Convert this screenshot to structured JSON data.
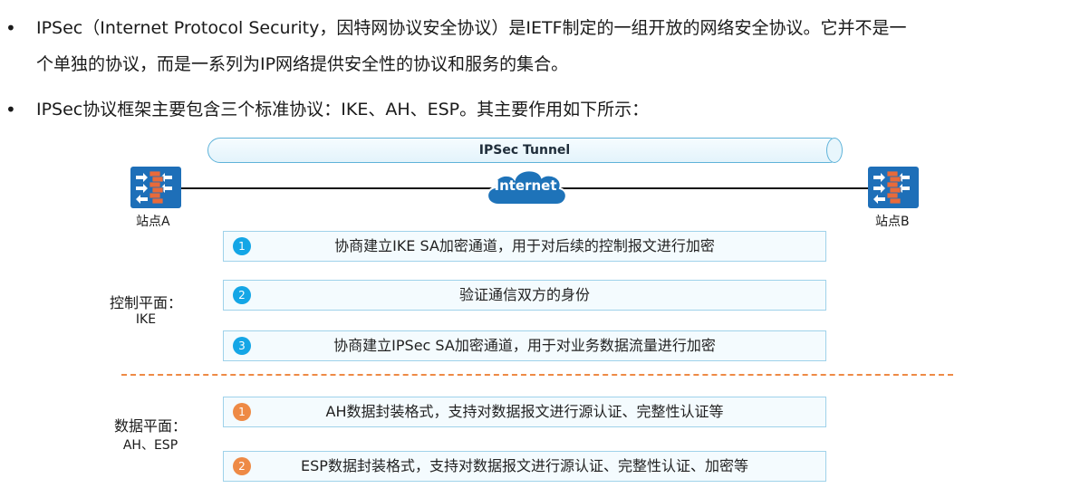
{
  "bullets": [
    {
      "line1": "IPSec（Internet Protocol Security，因特网协议安全协议）是IETF制定的一组开放的网络安全协议。它并不是一",
      "line2": "个单独的协议，而是一系列为IP网络提供安全性的协议和服务的集合。"
    },
    {
      "line1": "IPSec协议框架主要包含三个标准协议：IKE、AH、ESP。其主要作用如下所示："
    }
  ],
  "diagram": {
    "tunnel_label": "IPSec Tunnel",
    "internet_label": "Internet",
    "site_a": "站点A",
    "site_b": "站点B"
  },
  "control_plane": {
    "label": "控制平面：",
    "sub": "IKE",
    "color": "#14a6e6",
    "items": [
      {
        "num": "1",
        "text": "协商建立IKE SA加密通道，用于对后续的控制报文进行加密"
      },
      {
        "num": "2",
        "text": "验证通信双方的身份"
      },
      {
        "num": "3",
        "text": "协商建立IPSec SA加密通道，用于对业务数据流量进行加密"
      }
    ]
  },
  "data_plane": {
    "label": "数据平面：",
    "sub": "AH、ESP",
    "color": "#ee8a45",
    "items": [
      {
        "num": "1",
        "text": "AH数据封装格式，支持对数据报文进行源认证、完整性认证等"
      },
      {
        "num": "2",
        "text": "ESP数据封装格式，支持对数据报文进行源认证、完整性认证、加密等"
      }
    ]
  }
}
